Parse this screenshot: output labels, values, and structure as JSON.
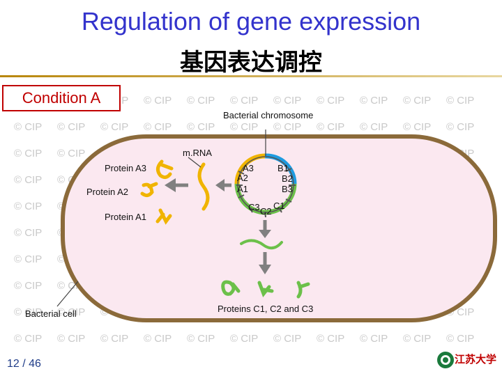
{
  "title": {
    "en": "Regulation of gene expression",
    "zh": "基因表达调控"
  },
  "condition_label": "Condition A",
  "watermark": "© CIP",
  "diagram": {
    "bacterial_chromosome": "Bacterial chromosome",
    "mrna": "m.RNA",
    "bacterial_cell": "Bacterial cell",
    "genes": {
      "A3": "A3",
      "A2": "A2",
      "A1": "A1",
      "B1": "B1",
      "B2": "B2",
      "B3": "B3",
      "C3": "C3",
      "C2": "C2",
      "C1": "C1"
    },
    "proteins": {
      "a3": "Protein A3",
      "a2": "Protein A2",
      "a1": "Protein A1",
      "c": "Proteins C1, C2 and C3"
    }
  },
  "page": "12 / 46",
  "logo_text": "江苏大学",
  "colors": {
    "title": "#3333cc",
    "condition": "#c00000",
    "cell_fill": "#fbe8f0",
    "cell_border": "#8b6a3a",
    "gene_a": "#f0b400",
    "gene_b": "#1e9be0",
    "gene_c": "#6cc04a",
    "arrow": "#808080"
  }
}
